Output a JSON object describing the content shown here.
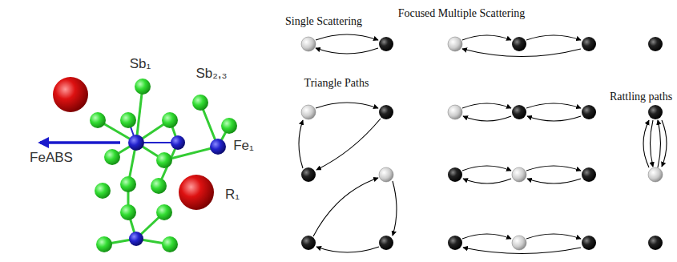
{
  "diagram": {
    "labels": [
      "Sb₁",
      "Sb₂,₃",
      "Fe₁",
      "FeABS",
      "R₁",
      "Single Scattering",
      "Focused Multiple Scattering",
      "Triangle Paths",
      "Rattling paths"
    ]
  }
}
